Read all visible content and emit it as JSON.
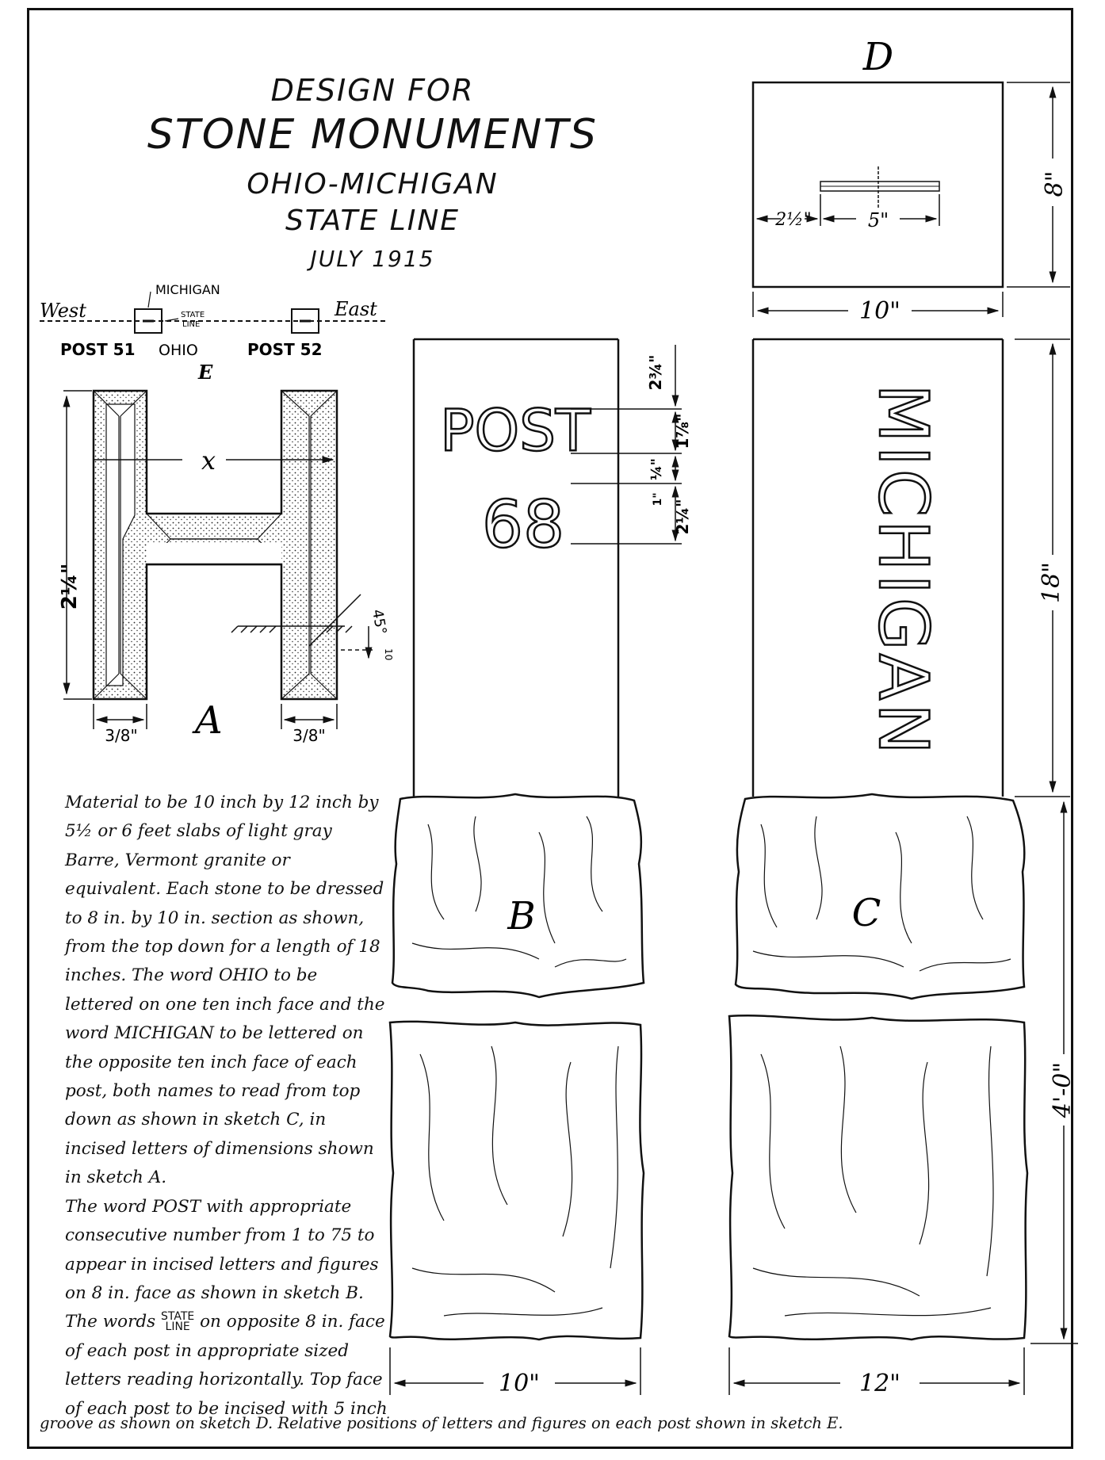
{
  "title": {
    "line1": "DESIGN FOR",
    "line2": "STONE MONUMENTS",
    "line3": "OHIO-MICHIGAN",
    "line4": "STATE LINE",
    "date": "JULY 1915"
  },
  "sketch_e": {
    "label": "E",
    "west": "West",
    "east": "East",
    "michigan": "MICHIGAN",
    "state_line": [
      "STATE",
      "LINE"
    ],
    "post_left": "POST 51",
    "ohio": "OHIO",
    "post_right": "POST 52"
  },
  "sketch_a": {
    "label": "A",
    "x_label": "x",
    "height": "2¼\"",
    "stroke_left": "3/8\"",
    "stroke_right": "3/8\"",
    "angle": "45°",
    "depth": "10"
  },
  "sketch_b": {
    "label": "B",
    "word": "POST",
    "number": "68",
    "dim_top": "2¾\"",
    "dim_post": "1⅞\"",
    "dim_gap": "¼\"",
    "dim_num": "2¼\"",
    "dim_gap2": "1\"",
    "width": "10\""
  },
  "sketch_c": {
    "label": "C",
    "word": "MICHIGAN",
    "dim_dressed": "18\"",
    "dim_rough": "4'-0\"",
    "width": "12\""
  },
  "sketch_d": {
    "label": "D",
    "offset": "2½\"",
    "groove": "5\"",
    "depth": "8\"",
    "width": "10\""
  },
  "description": {
    "p1": "Material to be 10 inch by 12 inch by 5½ or 6 feet slabs of light gray Barre, Vermont granite or equivalent. Each stone to be dressed to 8 in. by 10 in. section as shown, from the top down for a length of 18 inches. The word OHIO to be lettered on one ten inch face and the word MICHIGAN to be lettered on the opposite ten inch face of each post, both names to read from top down as shown in sketch C, in incised letters of dimensions shown in sketch A.",
    "p2": "The word POST with appropriate consecutive number from 1 to 75 to appear in incised letters and figures on 8 in. face as shown in sketch B.",
    "p3_pre": "The words",
    "p3_stack_top": "STATE",
    "p3_stack_bottom": "LINE",
    "p3_post": "on opposite 8 in. face of each post in appropriate sized letters reading horizontally. Top face of each post to be incised with 5 inch",
    "footer": "groove as shown on sketch D.  Relative positions of letters and figures on each post shown in sketch E."
  }
}
